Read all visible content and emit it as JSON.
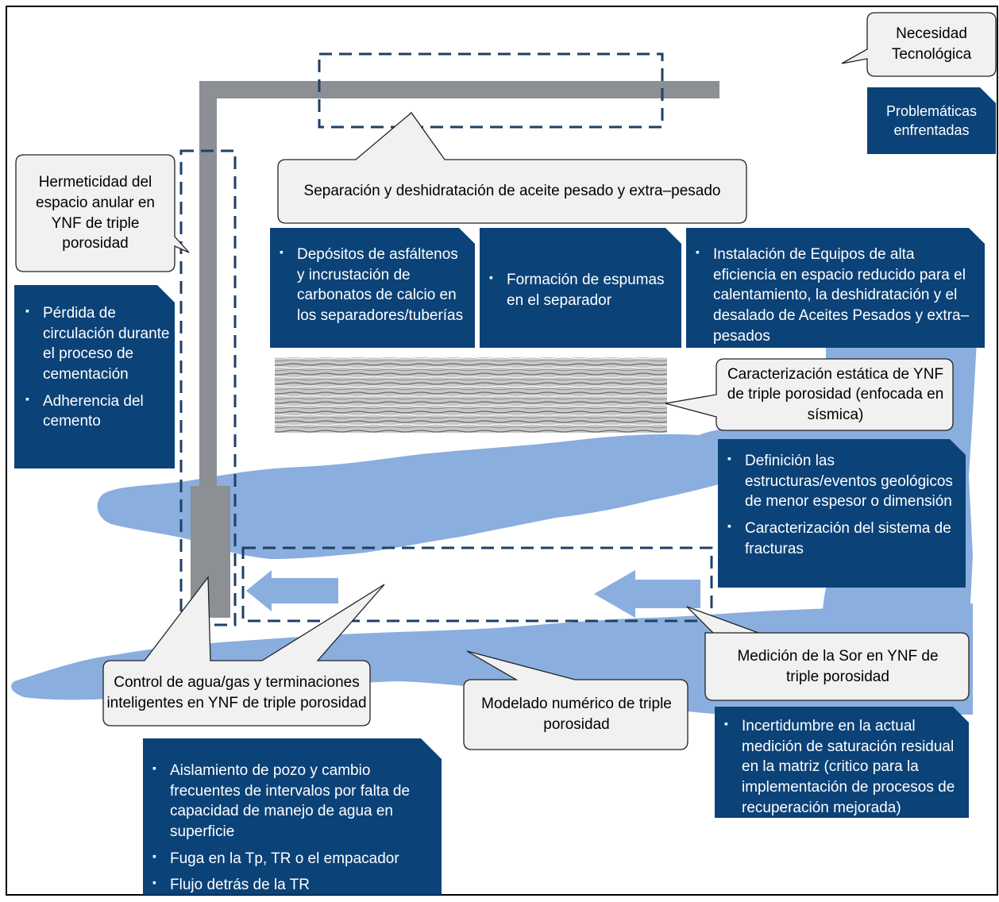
{
  "colors": {
    "dark_blue": "#0b4278",
    "light_blue": "#8aaede",
    "pipe_gray": "#8c8f93",
    "callout_fill": "#f1f1f1",
    "dashed": "#1f3f66"
  },
  "legend": {
    "callout_label": "Necesidad Tecnológica",
    "box_label": "Problemáticas enfrentadas"
  },
  "callouts": {
    "separation": "Separación y  deshidratación de aceite pesado y extra–pesado",
    "hermeticity": "Hermeticidad del espacio anular en YNF de triple porosidad",
    "static_characterization": "Caracterización estática de YNF de triple porosidad (enfocada en sísmica)",
    "sor_measurement": "Medición de la Sor en YNF de triple porosidad",
    "water_gas_control": "Control de agua/gas y terminaciones inteligentes en YNF de triple porosidad",
    "numerical_modeling": "Modelado numérico de triple porosidad"
  },
  "problems": {
    "asphaltenes": [
      "Depósitos de asfáltenos y incrustación de carbonatos de calcio en los separadores/tuberías"
    ],
    "foams": [
      "Formación de espumas en el separador"
    ],
    "equipment": [
      "Instalación de Equipos de alta eficiencia  en espacio reducido para el calentamiento, la deshidratación y el desalado de Aceites Pesados y extra–pesados"
    ],
    "cementing": [
      "Pérdida de circulación durante el proceso de cementación",
      "Adherencia del cemento"
    ],
    "structures": [
      "Definición las estructuras/eventos geológicos de menor espesor o dimensión",
      "Caracterización del sistema de fracturas"
    ],
    "saturation": [
      "Incertidumbre en la actual medición de saturación residual en la matriz (critico para la implementación de procesos de recuperación mejorada)"
    ],
    "well": [
      "Aislamiento de pozo y cambio frecuentes de intervalos por falta de capacidad de manejo de agua en superficie",
      "Fuga en la Tp, TR o el empacador",
      "Flujo detrás de la TR"
    ]
  }
}
